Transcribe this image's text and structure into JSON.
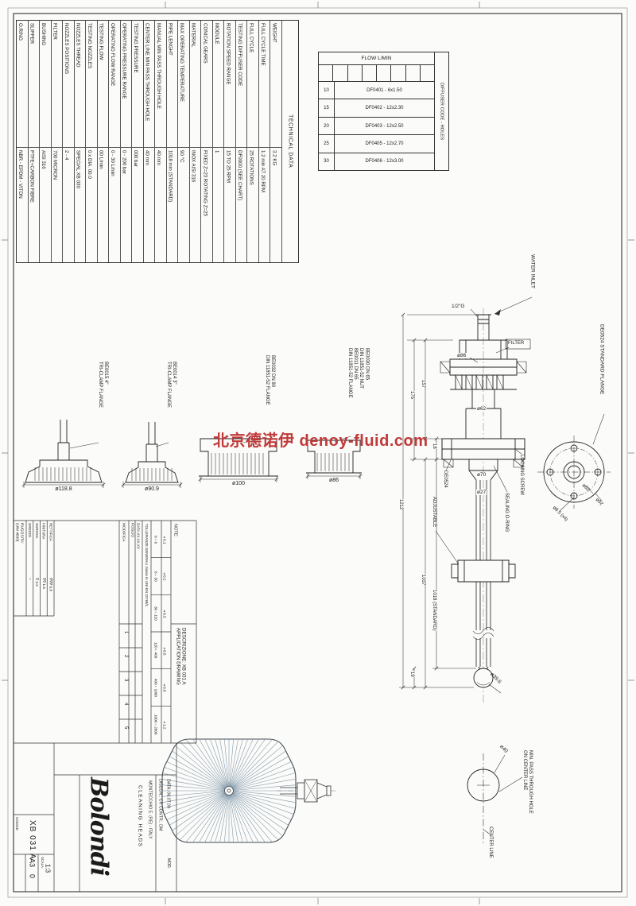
{
  "watermark": "北京德诺伊 denoy-fluid.com",
  "technical_table": {
    "title": "TECHNICAL DATA",
    "rows": [
      {
        "label": "O.RING",
        "value": "NBR - EPDM - VITON"
      },
      {
        "label": "SLIPPER",
        "value": "PTFE+CARBON FIBRE"
      },
      {
        "label": "BUSHING",
        "value": "AISI 316"
      },
      {
        "label": "FILTER",
        "value": "700 MICRON"
      },
      {
        "label": "NOZZLES POSITIONS",
        "value": "2 - 4"
      },
      {
        "label": "NOZZLES THREAD",
        "value": "SPECIAL XB 030"
      },
      {
        "label": "TESTING NOZZLES",
        "value": "0 x DIA. 00.0"
      },
      {
        "label": "TESTING FLOW",
        "value": "00 L/min"
      },
      {
        "label": "OPERATING FLOW RANGE",
        "value": "0 - 30 L/min"
      },
      {
        "label": "OPERATING PRESSURE RANGE",
        "value": "0 - 200 bar"
      },
      {
        "label": "TESTING PRESSURE",
        "value": "000 bar"
      },
      {
        "label": "CENTER LINE MIN PASS THROUGH HOLE",
        "value": "40 mm"
      },
      {
        "label": "MANUAL MIN PASS THROUGH HOLE",
        "value": "40 mm"
      },
      {
        "label": "PIPE LENGHT",
        "value": "1018 mm (STANDARD)"
      },
      {
        "label": "MAX OPERATING TEMPERATURE",
        "value": "90 °C"
      },
      {
        "label": "MATERIAL",
        "value": "INOX AISI 316"
      },
      {
        "label": "CONICAL GEARS",
        "value": "FIXED Z=23 ROTATING Z=25"
      },
      {
        "label": "MODULE",
        "value": "1"
      },
      {
        "label": "ROTATION SPEED RANGE",
        "value": "15 TO 25 RPM"
      },
      {
        "label": "TESTING DIFFUSER CODE",
        "value": "DF0000 (SEE CHART)"
      },
      {
        "label": "FULL CYCLE",
        "value": "25 ROTATIONS"
      },
      {
        "label": "FULL CYCLE TIME",
        "value": "1.2 min AT 20 RPM"
      },
      {
        "label": "WEIGHT",
        "value": "3.2 KG"
      }
    ]
  },
  "flow_table": {
    "title": "FLOW L/MIN",
    "side_header": "DIFFUSER CODE  -  HOLES",
    "rows": [
      {
        "flow": "10",
        "code": "DF0401  -  6x1.50"
      },
      {
        "flow": "15",
        "code": "DF0402  -  12x2.30"
      },
      {
        "flow": "20",
        "code": "DF0403  -  12x2.50"
      },
      {
        "flow": "25",
        "code": "DF0405  -  12x2.70"
      },
      {
        "flow": "30",
        "code": "DF0406  -  12x3.00"
      }
    ]
  },
  "flanges": {
    "f1": {
      "lines": [
        "BE0015  4\"",
        "TRI-CLAMP FLANGE"
      ],
      "dim": "ø118.8"
    },
    "f2": {
      "lines": [
        "BE0014  3\"",
        "TRI-CLAMP FLANGE"
      ],
      "dim": "ø90.9"
    },
    "f3": {
      "lines": [
        "BE0032  DN 80",
        "DIN 11851-52 FLANGE"
      ],
      "dim": "ø100"
    },
    "f4": {
      "lines": [
        "BE0030  DN 65",
        "DIN 11851-52 NUT",
        "BE0011  DN 65",
        "DIN 11851-52 FLANGE"
      ],
      "dim": "ø86"
    }
  },
  "assembly": {
    "water_inlet": "WATER INLET",
    "inlet_thread": "1/2\"G",
    "filter": "FILTER",
    "dia_top": "ø86",
    "dia_body": "ø62",
    "dia_collar": "ø70",
    "dia_pipe": "ø27",
    "dia_ball": "ø39.6",
    "locking_screw": "LOCKING SCREW",
    "sealing_oring": "SEALING O-RING",
    "de0524": "DE0524",
    "adjustable": "ADJUSTABLE",
    "dim_157": "157",
    "dim_175": "175",
    "dim_18": "18",
    "dim_1212": "1212",
    "dim_1037": "1037",
    "dim_1018": "1018 (STANDARD)",
    "dim_19": "19"
  },
  "flange_view": {
    "label": "DE0524 STANDARD FLANGE",
    "dia_bolt_circle": "ø62",
    "dia_holes": "ø8.5 (x4)",
    "dia_outer": "ø92"
  },
  "pass_hole": {
    "dia": "ø40",
    "label1": "MIN. PASS THROUGH HOLE",
    "label2": "ON CENTER LINE",
    "center_line": "CENTER LINE"
  },
  "title_block": {
    "rugosita": {
      "header1": "RUGOSITA'",
      "header2": "(UNI 4600)",
      "rows": [
        {
          "label": "GREZZO",
          "sym": "~",
          "value": ""
        },
        {
          "label": "SGROSS.",
          "sym": "∇",
          "value": "3.2"
        },
        {
          "label": "FINITURA",
          "sym": "∇∇",
          "value": "1.6"
        },
        {
          "label": "RETTIFICA",
          "sym": "∇∇∇",
          "value": "0.8"
        }
      ]
    },
    "modifica": {
      "header": "MODIFICA",
      "foglio": "FOGLIO",
      "data": "DATA  XX.XX.XX",
      "numbers": [
        "1",
        "2",
        "3",
        "4",
        "5"
      ]
    },
    "tolleranze": {
      "header": "TOLLERANZE GENERALI classe m UNI-EN 22768/1",
      "ranges": [
        "0÷6",
        "6÷30",
        "30÷120",
        "120÷400",
        "400÷1000",
        "1000÷2000"
      ],
      "values": [
        "±0.1",
        "±0.2",
        "±0.3",
        "±0.5",
        "±0.8",
        "±1.2"
      ]
    },
    "note": "NOTE:",
    "descrizione1": "DESCRIZIONE:  XB 031 A",
    "descrizione2": "APPLICATION DRAWING",
    "logo": "Bolondi",
    "company1": "CLEANING HEADS",
    "company2": "MONTECCHIO E. (RE) - ITALY",
    "disegn_contr": "DISEGN.: CR    CONTR.: DM",
    "data": "DATA: 06.07.09",
    "mod": "MOD.",
    "scala_label": "SCALA",
    "scala": "1:3",
    "size": "A3",
    "rev": "0",
    "codice_label": "CODICE",
    "codice": "XB 031 A"
  }
}
